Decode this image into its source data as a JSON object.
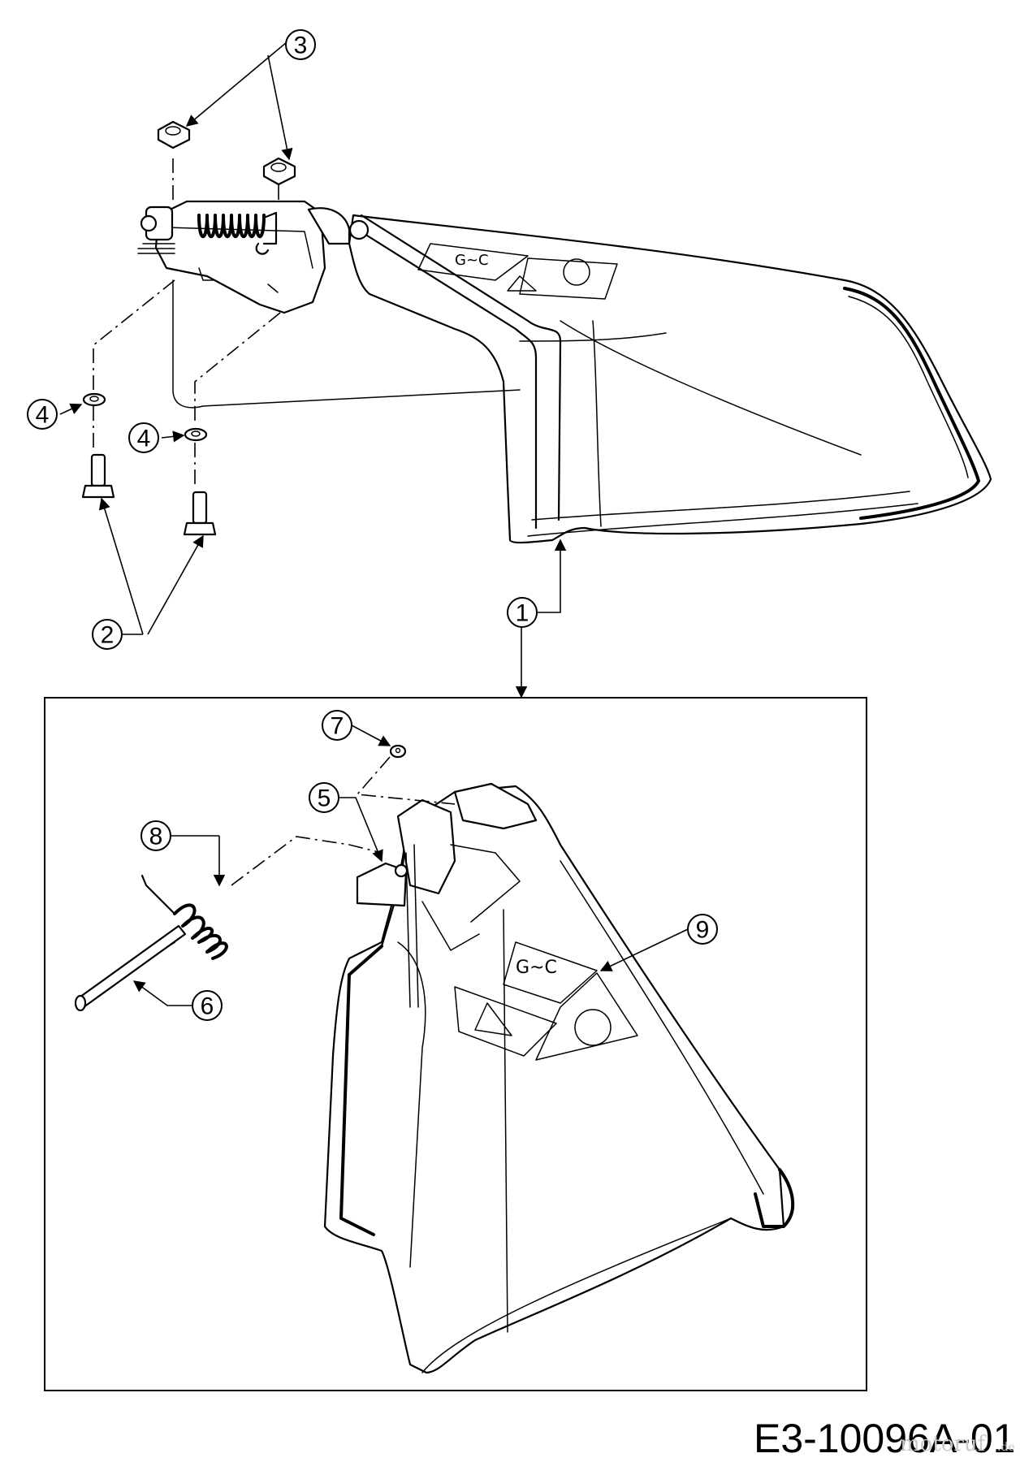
{
  "callouts": {
    "c1": "1",
    "c2": "2",
    "c3": "3",
    "c4a": "4",
    "c4b": "4",
    "c5": "5",
    "c6": "6",
    "c7": "7",
    "c8": "8",
    "c9": "9"
  },
  "reference_code": "E3-10096A-01",
  "watermark": {
    "brand": "motoruf",
    "suffix": ".de"
  }
}
